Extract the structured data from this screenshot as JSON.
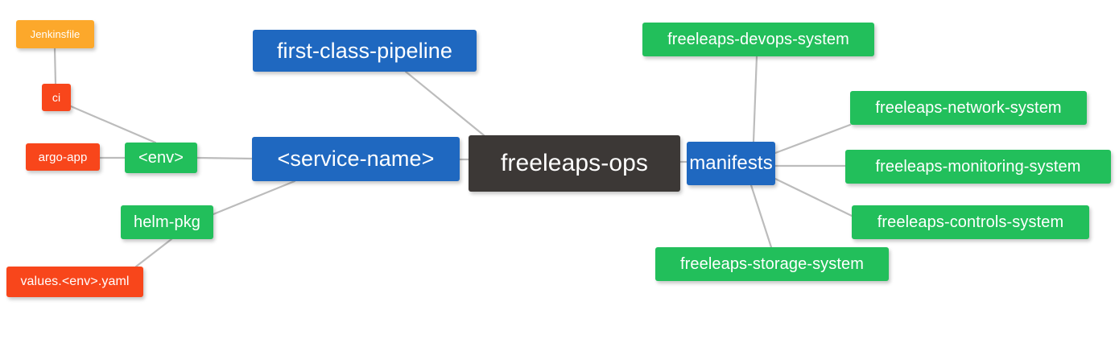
{
  "diagram": {
    "type": "mindmap",
    "title": "freeleaps-ops",
    "background": "#ffffff",
    "edge_color": "#bcbcbc",
    "palette": {
      "root": "#3c3836",
      "blue": "#1f68c0",
      "green": "#22bf5b",
      "orange": "#fca82b",
      "red": "#f8461b"
    }
  },
  "nodes": {
    "root": {
      "label": "freeleaps-ops",
      "color": "#3c3836"
    },
    "first_class_pipeline": {
      "label": "first-class-pipeline",
      "color": "#1f68c0"
    },
    "service_name": {
      "label": "<service-name>",
      "color": "#1f68c0"
    },
    "manifests": {
      "label": "manifests",
      "color": "#1f68c0"
    },
    "env": {
      "label": "<env>",
      "color": "#22bf5b"
    },
    "helm_pkg": {
      "label": "helm-pkg",
      "color": "#22bf5b"
    },
    "jenkinsfile": {
      "label": "Jenkinsfile",
      "color": "#fca82b"
    },
    "ci": {
      "label": "ci",
      "color": "#f8461b"
    },
    "argo_app": {
      "label": "argo-app",
      "color": "#f8461b"
    },
    "values_yaml": {
      "label": "values.<env>.yaml",
      "color": "#f8461b"
    },
    "devops_system": {
      "label": "freeleaps-devops-system",
      "color": "#22bf5b"
    },
    "network_system": {
      "label": "freeleaps-network-system",
      "color": "#22bf5b"
    },
    "monitoring_system": {
      "label": "freeleaps-monitoring-system",
      "color": "#22bf5b"
    },
    "controls_system": {
      "label": "freeleaps-controls-system",
      "color": "#22bf5b"
    },
    "storage_system": {
      "label": "freeleaps-storage-system",
      "color": "#22bf5b"
    }
  },
  "edges": [
    {
      "from": "first_class_pipeline",
      "to": "root"
    },
    {
      "from": "service_name",
      "to": "root"
    },
    {
      "from": "root",
      "to": "manifests"
    },
    {
      "from": "env",
      "to": "service_name"
    },
    {
      "from": "helm_pkg",
      "to": "service_name"
    },
    {
      "from": "jenkinsfile",
      "to": "ci"
    },
    {
      "from": "ci",
      "to": "env"
    },
    {
      "from": "argo_app",
      "to": "env"
    },
    {
      "from": "values_yaml",
      "to": "helm_pkg"
    },
    {
      "from": "manifests",
      "to": "devops_system"
    },
    {
      "from": "manifests",
      "to": "network_system"
    },
    {
      "from": "manifests",
      "to": "monitoring_system"
    },
    {
      "from": "manifests",
      "to": "controls_system"
    },
    {
      "from": "manifests",
      "to": "storage_system"
    }
  ]
}
